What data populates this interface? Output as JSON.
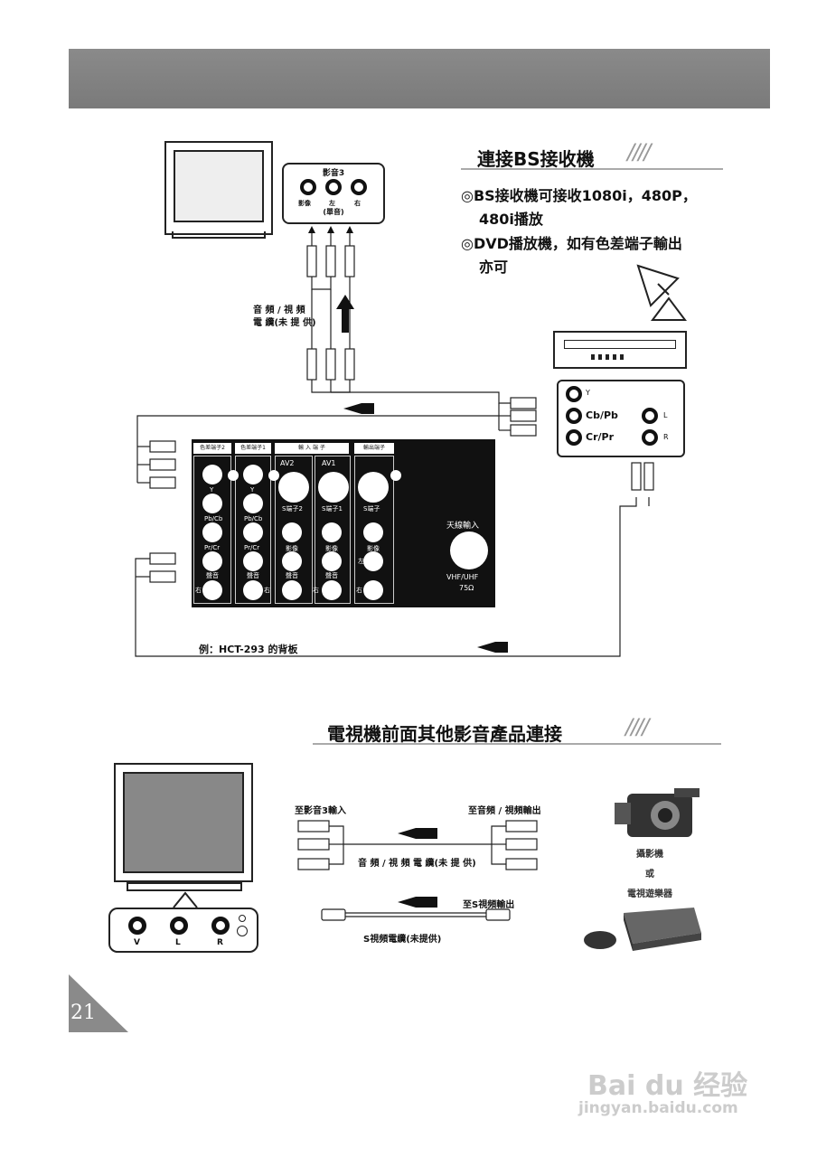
{
  "section1": {
    "title": "連接BS接收機",
    "bullets": [
      "◎BS接收機可接收1080i，480P，",
      "480i播放",
      "◎DVD播放機，如有色差端子輸出",
      "亦可"
    ]
  },
  "av3_box": {
    "title": "影音3",
    "labels": [
      "影像",
      "左",
      "右"
    ],
    "mono": "(單音)"
  },
  "cable_label": [
    "音 頻 / 視 頻",
    "電 纜(未 提 供)"
  ],
  "receiver_panel": {
    "jacks": [
      "Y",
      "Cb/Pb",
      "Cr/Pr",
      "L",
      "R"
    ]
  },
  "tv_back_panel": {
    "group_headers": [
      "色差端子2",
      "色差端子1",
      "輸 入 端 子",
      "輸出端子"
    ],
    "av_labels": [
      "AV2",
      "AV1"
    ],
    "col_labels_y": [
      "Y",
      "Y"
    ],
    "col_labels_pb": [
      "Pb/Cb",
      "Pb/Cb"
    ],
    "col_labels_pr": [
      "Pr/Cr",
      "Pr/Cr"
    ],
    "s_labels": [
      "S端子2",
      "S端子1",
      "S端子"
    ],
    "video_labels": [
      "影像",
      "影像",
      "影像"
    ],
    "left_labels": [
      "聲音",
      "聲音",
      "聲音",
      "聲音",
      "左"
    ],
    "right_labels": [
      "右",
      "右",
      "右",
      "右"
    ],
    "antenna_title": "天線輸入",
    "antenna_spec": [
      "VHF/UHF",
      "75Ω"
    ]
  },
  "example_caption": "例：HCT-293 的背板",
  "section2": {
    "title": "電視機前面其他影音產品連接"
  },
  "front_panel_labels": [
    "V",
    "L",
    "R"
  ],
  "av_cable": {
    "to_av3": "至影音3輸入",
    "to_out": "至音頻 / 視頻輸出",
    "name": "音 頻 / 視 頻 電 纜(未 提 供)"
  },
  "s_cable": {
    "to_out": "至S視頻輸出",
    "name": "S視頻電纜(未提供)"
  },
  "devices": [
    "攝影機",
    "或",
    "電視遊樂器"
  ],
  "page_number": "21",
  "watermark": {
    "brand": "Bai du 经验",
    "url": "jingyan.baidu.com"
  }
}
